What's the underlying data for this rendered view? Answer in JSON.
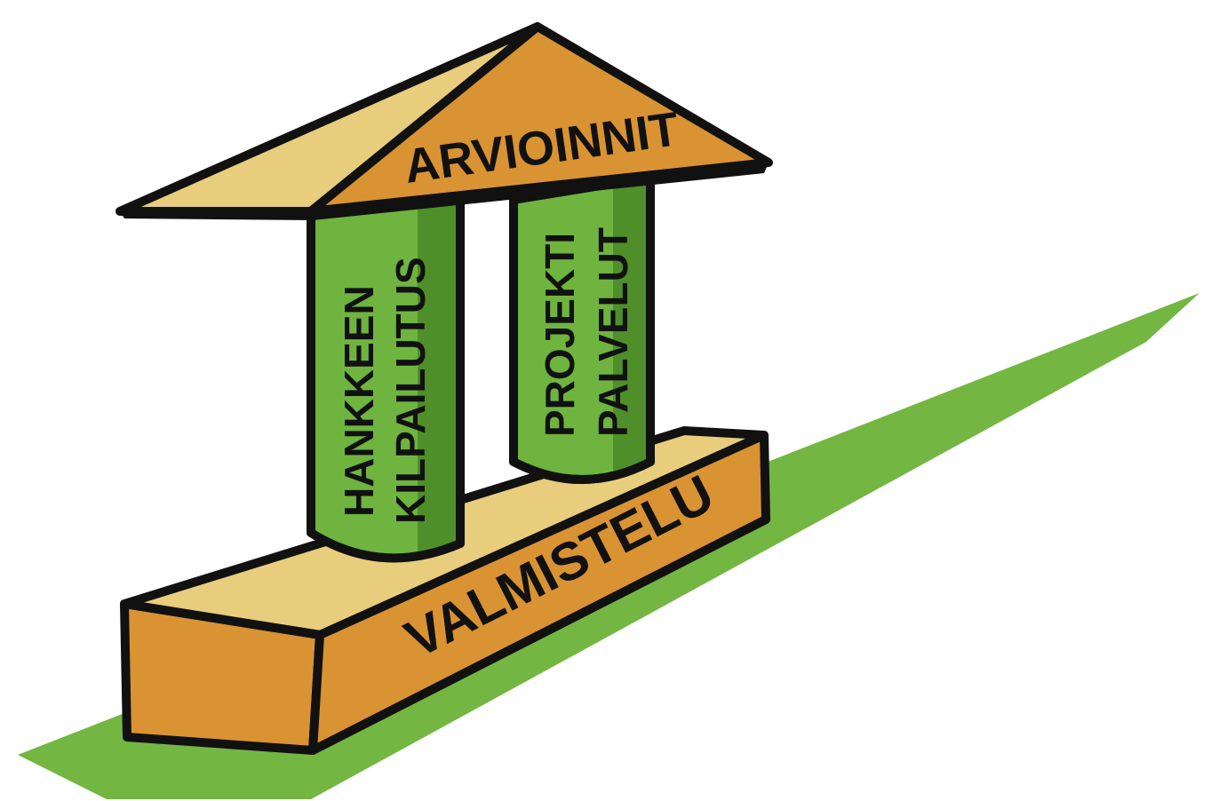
{
  "labels": {
    "roof": "ARVIOINNIT",
    "left_pillar_line1": "HANKKEEN",
    "left_pillar_line2": "KILPAILUTUS",
    "right_pillar_line1": "PROJEKTI",
    "right_pillar_line2": "PALVELUT",
    "base": "VALMISTELU"
  },
  "colors": {
    "outline": "#111111",
    "orange": "#d99333",
    "light_tan": "#e8cd7c",
    "green": "#6fb43f",
    "dark_green": "#4f8f2a",
    "road_green": "#74b642"
  }
}
